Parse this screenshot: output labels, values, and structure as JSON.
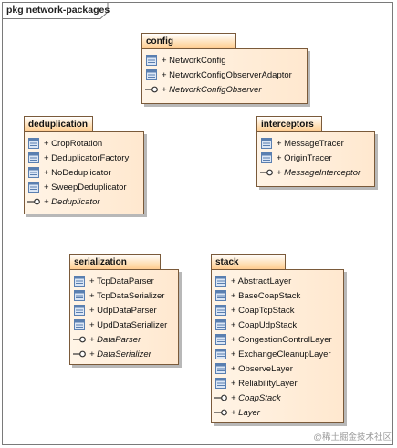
{
  "diagram": {
    "frame_title": "pkg network-packages",
    "packages": [
      {
        "id": "config",
        "name": "config",
        "items": [
          {
            "kind": "class",
            "label": "+ NetworkConfig"
          },
          {
            "kind": "class",
            "label": "+ NetworkConfigObserverAdaptor"
          },
          {
            "kind": "interface",
            "label": "+ NetworkConfigObserver"
          }
        ]
      },
      {
        "id": "deduplication",
        "name": "deduplication",
        "items": [
          {
            "kind": "class",
            "label": "+ CropRotation"
          },
          {
            "kind": "class",
            "label": "+ DeduplicatorFactory"
          },
          {
            "kind": "class",
            "label": "+ NoDeduplicator"
          },
          {
            "kind": "class",
            "label": "+ SweepDeduplicator"
          },
          {
            "kind": "interface",
            "label": "+ Deduplicator"
          }
        ]
      },
      {
        "id": "interceptors",
        "name": "interceptors",
        "items": [
          {
            "kind": "class",
            "label": "+ MessageTracer"
          },
          {
            "kind": "class",
            "label": "+ OriginTracer"
          },
          {
            "kind": "interface",
            "label": "+ MessageInterceptor"
          }
        ]
      },
      {
        "id": "serialization",
        "name": "serialization",
        "items": [
          {
            "kind": "class",
            "label": "+ TcpDataParser"
          },
          {
            "kind": "class",
            "label": "+ TcpDataSerializer"
          },
          {
            "kind": "class",
            "label": "+ UdpDataParser"
          },
          {
            "kind": "class",
            "label": "+ UpdDataSerializer"
          },
          {
            "kind": "interface",
            "label": "+ DataParser"
          },
          {
            "kind": "interface",
            "label": "+ DataSerializer"
          }
        ]
      },
      {
        "id": "stack",
        "name": "stack",
        "items": [
          {
            "kind": "class",
            "label": "+ AbstractLayer"
          },
          {
            "kind": "class",
            "label": "+ BaseCoapStack"
          },
          {
            "kind": "class",
            "label": "+ CoapTcpStack"
          },
          {
            "kind": "class",
            "label": "+ CoapUdpStack"
          },
          {
            "kind": "class",
            "label": "+ CongestionControlLayer"
          },
          {
            "kind": "class",
            "label": "+ ExchangeCleanupLayer"
          },
          {
            "kind": "class",
            "label": "+ ObserveLayer"
          },
          {
            "kind": "class",
            "label": "+ ReliabilityLayer"
          },
          {
            "kind": "interface",
            "label": "+ CoapStack"
          },
          {
            "kind": "interface",
            "label": "+ Layer"
          }
        ]
      }
    ],
    "watermark": "@稀土掘金技术社区",
    "colors": {
      "package_fill": "#ffe8cf",
      "package_border": "#7a5a3a",
      "class_icon": "#5a7fb0"
    }
  }
}
